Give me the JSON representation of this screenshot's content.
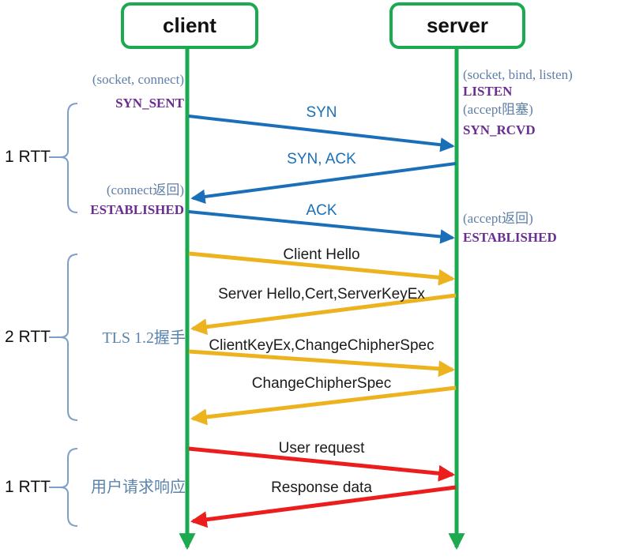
{
  "actors": {
    "client": "client",
    "server": "server"
  },
  "client_annotations": [
    {
      "text": "(socket, connect)",
      "kind": "syscall"
    },
    {
      "text": "SYN_SENT",
      "kind": "state"
    },
    {
      "text": "(connect返回)",
      "kind": "syscall"
    },
    {
      "text": "ESTABLISHED",
      "kind": "state"
    }
  ],
  "server_annotations": [
    {
      "text": "(socket, bind, listen)",
      "kind": "syscall"
    },
    {
      "text": "LISTEN",
      "kind": "state"
    },
    {
      "text": "(accept阻塞)",
      "kind": "syscall"
    },
    {
      "text": "SYN_RCVD",
      "kind": "state"
    },
    {
      "text": "(accept返回)",
      "kind": "syscall"
    },
    {
      "text": "ESTABLISHED",
      "kind": "state"
    }
  ],
  "messages": [
    {
      "label": "SYN",
      "from": "client",
      "to": "server",
      "protocol": "tcp"
    },
    {
      "label": "SYN, ACK",
      "from": "server",
      "to": "client",
      "protocol": "tcp"
    },
    {
      "label": "ACK",
      "from": "client",
      "to": "server",
      "protocol": "tcp"
    },
    {
      "label": "Client Hello",
      "from": "client",
      "to": "server",
      "protocol": "tls"
    },
    {
      "label": "Server Hello,Cert,ServerKeyEx",
      "from": "server",
      "to": "client",
      "protocol": "tls"
    },
    {
      "label": "ClientKeyEx,ChangeChipherSpec",
      "from": "client",
      "to": "server",
      "protocol": "tls"
    },
    {
      "label": "ChangeChipherSpec",
      "from": "server",
      "to": "client",
      "protocol": "tls"
    },
    {
      "label": "User request",
      "from": "client",
      "to": "server",
      "protocol": "app"
    },
    {
      "label": "Response data",
      "from": "server",
      "to": "client",
      "protocol": "app"
    }
  ],
  "phases": [
    {
      "rtt": "1 RTT",
      "annotation": ""
    },
    {
      "rtt": "2 RTT",
      "annotation": "TLS 1.2握手"
    },
    {
      "rtt": "1 RTT",
      "annotation": "用户请求响应"
    }
  ],
  "colors": {
    "lifeline_green": "#1BAA50",
    "tcp_blue": "#1B6FB8",
    "tls_yellow": "#EDB31E",
    "app_red": "#EC1D1D",
    "state_purple": "#6B2D91",
    "syscall_slate": "#5E7FA6",
    "brace_blue": "#7C9EC7",
    "text_black": "#1B1B1B"
  }
}
